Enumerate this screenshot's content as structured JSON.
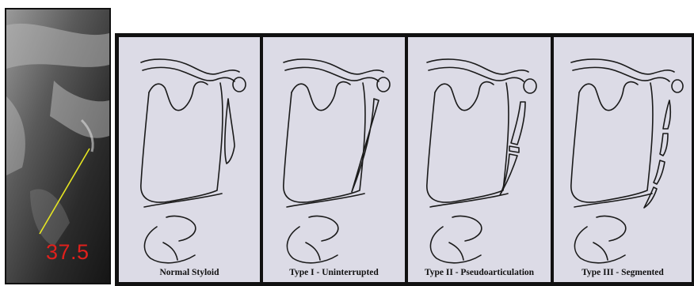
{
  "xray": {
    "measurement": "37.5",
    "measurement_color": "#e0201c",
    "line_color": "#e6e622"
  },
  "sketches": [
    {
      "caption": "Normal Styloid"
    },
    {
      "caption": "Type I - Uninterrupted"
    },
    {
      "caption": "Type II - Pseudoarticulation"
    },
    {
      "caption": "Type III - Segmented"
    }
  ],
  "colors": {
    "paper": "#dcdbe6",
    "ink": "#1a1a1a",
    "frame": "#111111"
  }
}
